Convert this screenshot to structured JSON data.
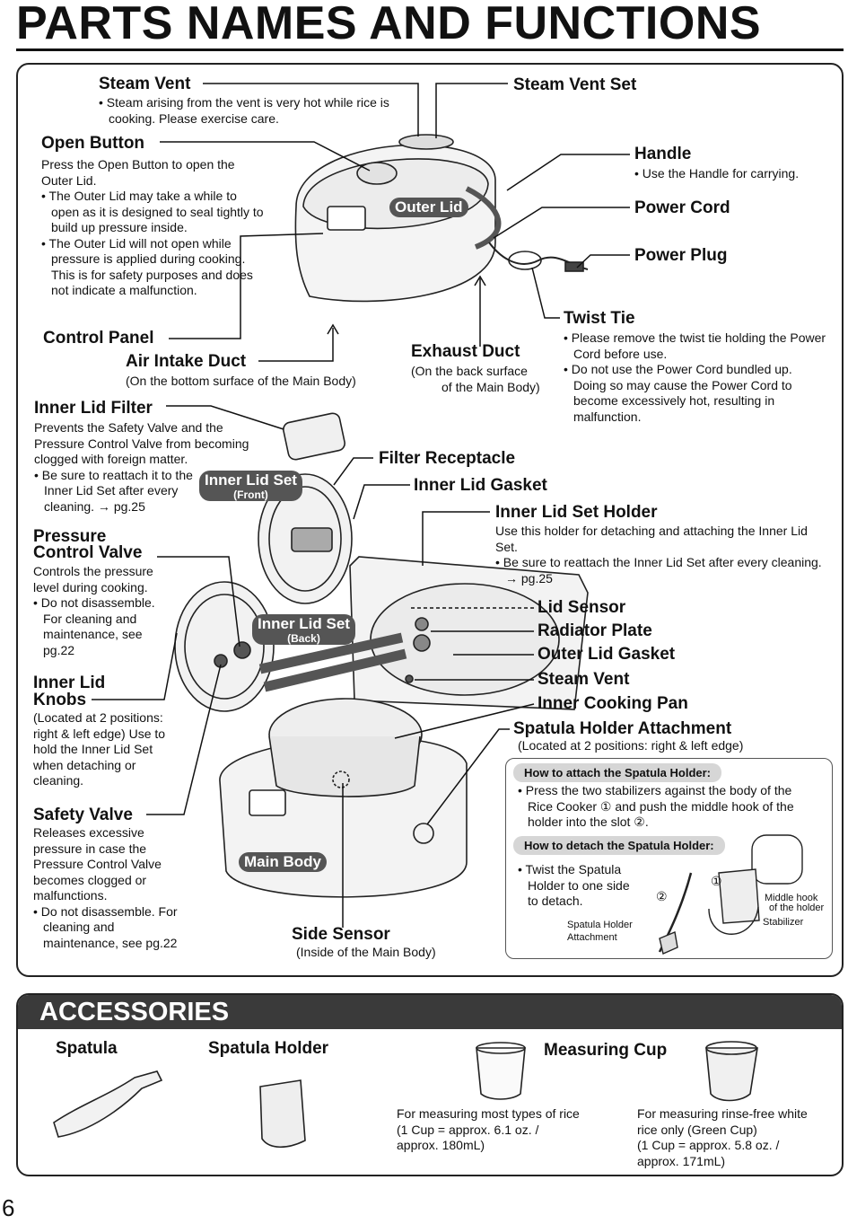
{
  "title": "PARTS NAMES AND FUNCTIONS",
  "page_number": "6",
  "labels": {
    "steam_vent_top": "Steam Vent",
    "steam_vent_top_note": "Steam arising from the vent is very hot while rice is cooking. Please exercise care.",
    "steam_vent_set": "Steam Vent Set",
    "open_button": "Open Button",
    "open_button_desc": "Press the Open Button to open the Outer Lid.",
    "open_button_note1": "The Outer Lid may take a while to open as it is designed to seal tightly to build up pressure inside.",
    "open_button_note2": "The Outer Lid will not open while pressure is applied during cooking. This is for safety purposes and does not indicate a malfunction.",
    "handle": "Handle",
    "handle_note": "Use the Handle for carrying.",
    "power_cord": "Power Cord",
    "power_plug": "Power Plug",
    "outer_lid": "Outer Lid",
    "twist_tie": "Twist Tie",
    "twist_tie_note1": "Please remove the twist tie holding the Power Cord before use.",
    "twist_tie_note2": "Do not use the Power Cord bundled up. Doing so may cause the Power Cord to become excessively hot, resulting in malfunction.",
    "control_panel": "Control Panel",
    "air_intake_duct": "Air Intake Duct",
    "air_intake_duct_note": "(On the bottom surface of the Main Body)",
    "exhaust_duct": "Exhaust Duct",
    "exhaust_duct_note1": "(On the back surface",
    "exhaust_duct_note2": "of the Main Body)",
    "inner_lid_filter": "Inner Lid Filter",
    "inner_lid_filter_desc": "Prevents the Safety Valve and the Pressure Control Valve from becoming clogged with foreign matter.",
    "inner_lid_filter_note": "Be sure to reattach it  to the Inner Lid Set after every cleaning.",
    "inner_lid_filter_ref": "pg.25",
    "filter_receptacle": "Filter Receptacle",
    "inner_lid_gasket": "Inner Lid Gasket",
    "inner_lid_set_front": "Inner Lid Set",
    "inner_lid_set_front_sub": "(Front)",
    "inner_lid_set_back": "Inner Lid Set",
    "inner_lid_set_back_sub": "(Back)",
    "inner_lid_set_holder": "Inner Lid Set Holder",
    "inner_lid_set_holder_desc": "Use this holder for detaching and attaching the Inner Lid Set.",
    "inner_lid_set_holder_note": "Be sure to reattach the Inner Lid Set after every cleaning.",
    "inner_lid_set_holder_ref": "pg.25",
    "pressure_control_valve_1": "Pressure",
    "pressure_control_valve_2": "Control Valve",
    "pressure_control_valve_desc": "Controls the pressure level during cooking.",
    "pressure_control_valve_note": "Do not disassemble. For cleaning and maintenance, see pg.22",
    "lid_sensor": "Lid Sensor",
    "radiator_plate": "Radiator Plate",
    "outer_lid_gasket": "Outer Lid Gasket",
    "steam_vent_inner": "Steam Vent",
    "inner_cooking_pan": "Inner Cooking Pan",
    "inner_lid_knobs_1": "Inner Lid",
    "inner_lid_knobs_2": "Knobs",
    "inner_lid_knobs_desc": "(Located at 2 positions: right & left edge) Use to hold the Inner Lid Set when detaching or cleaning.",
    "spatula_holder_attachment": "Spatula Holder Attachment",
    "spatula_holder_attachment_note": "(Located at 2 positions: right & left edge)",
    "safety_valve": "Safety Valve",
    "safety_valve_desc": "Releases excessive pressure in case the Pressure Control Valve becomes clogged or malfunctions.",
    "safety_valve_note": "Do not disassemble. For cleaning and maintenance, see pg.22",
    "main_body": "Main Body",
    "side_sensor": "Side Sensor",
    "side_sensor_note": "(Inside of the Main Body)"
  },
  "how_to": {
    "attach_title": "How to attach the Spatula Holder:",
    "attach_text": "Press the two stabilizers against the body of the Rice Cooker ① and push the middle hook of the holder into the slot ②.",
    "detach_title": "How to detach the Spatula Holder:",
    "detach_text": "Twist the Spatula Holder to one side to detach.",
    "marker_1": "①",
    "marker_2": "②",
    "middle_hook_1": "Middle hook",
    "middle_hook_2": "of the holder",
    "stabilizer": "Stabilizer",
    "spatula_holder_attachment_1": "Spatula Holder",
    "spatula_holder_attachment_2": "Attachment"
  },
  "accessories": {
    "title": "ACCESSORIES",
    "spatula": "Spatula",
    "spatula_holder": "Spatula Holder",
    "measuring_cup": "Measuring Cup",
    "cup_white_1": "For measuring most types of rice",
    "cup_white_2": "(1 Cup = approx. 6.1 oz. /",
    "cup_white_3": "approx. 180mL)",
    "cup_green_1": "For measuring rinse-free white",
    "cup_green_2": "rice only (Green Cup)",
    "cup_green_3": "(1 Cup = approx. 5.8 oz. /",
    "cup_green_4": "approx. 171mL)"
  },
  "colors": {
    "pill": "#555555",
    "howbar": "#d6d6d6",
    "header": "#3a3a3a"
  }
}
